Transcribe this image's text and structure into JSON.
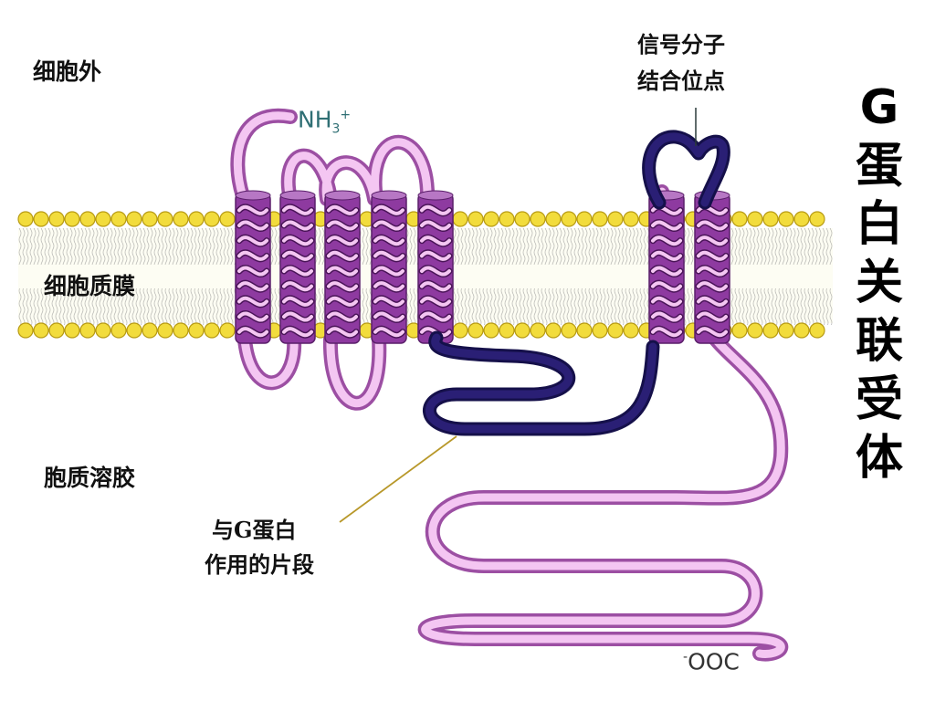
{
  "labels": {
    "extracellular": "细胞外",
    "membrane": "细胞质膜",
    "cytosol": "胞质溶胶",
    "binding_site_line1": "信号分子",
    "binding_site_line2": "结合位点",
    "gprotein_segment_line1": "与G蛋白",
    "gprotein_segment_line2": "作用的片段"
  },
  "termini": {
    "n_main": "NH",
    "n_sub": "3",
    "n_sup": "+",
    "c_sup": "-",
    "c_main": "OOC"
  },
  "title_chars": [
    "G",
    "蛋",
    "白",
    "关",
    "联",
    "受",
    "体"
  ],
  "colors": {
    "lipid_head": "#f2dc3c",
    "lipid_head_edge": "#b79a12",
    "lipid_tail": "#8a8a8a",
    "chain_fill": "#f4c6f2",
    "chain_edge": "#9c4fa3",
    "helix_fill": "#8e3aa0",
    "helix_coil": "#f4c6f2",
    "gsegment": "#2a1f75",
    "leader": "#b8982a"
  }
}
